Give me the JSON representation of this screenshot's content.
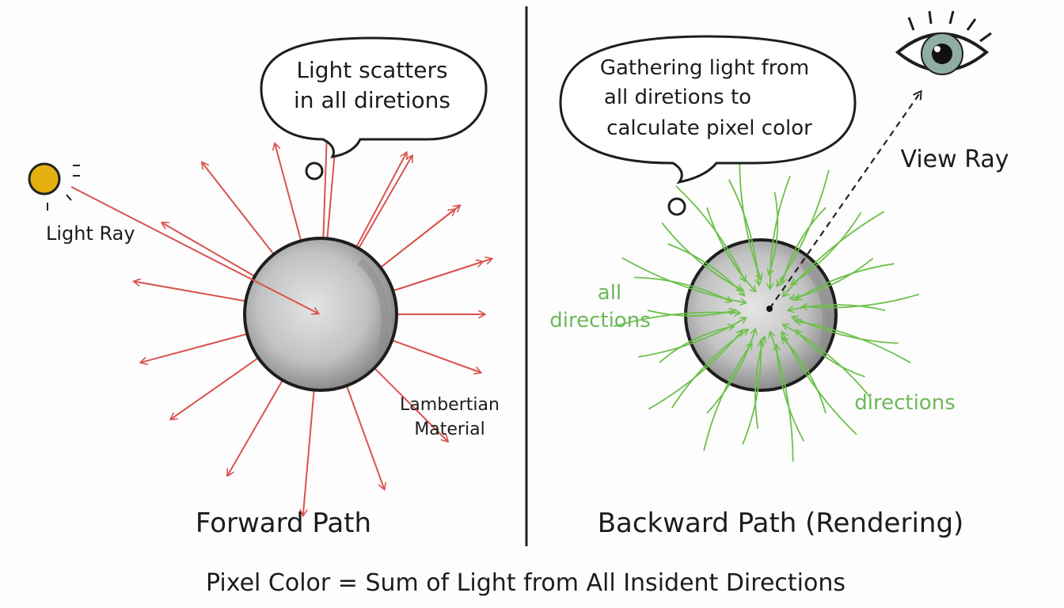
{
  "left_panel": {
    "title": "Forward Path",
    "bubble_lines": [
      "Light scatters",
      "in all diretions"
    ],
    "light_ray_label": "Light Ray",
    "material_lines": [
      "Lambertian",
      "Material"
    ]
  },
  "right_panel": {
    "title": "Backward Path (Rendering)",
    "bubble_lines": [
      "Gathering light from",
      "all diretions to",
      "calculate pixel color"
    ],
    "view_ray_label": "View Ray",
    "all_directions_lines": [
      "all",
      "directions"
    ],
    "directions_label": "directions"
  },
  "footer": {
    "equation": "Pixel Color = Sum of Light from All Insident Directions"
  },
  "colors": {
    "scatter_arrows": "#d9534f",
    "gather_arrows": "#6cc04a",
    "green_text": "#6db85a",
    "sun": "#e3b00f",
    "eye_iris": "#8fada0"
  },
  "icons": [
    "sun-icon",
    "eye-icon"
  ]
}
